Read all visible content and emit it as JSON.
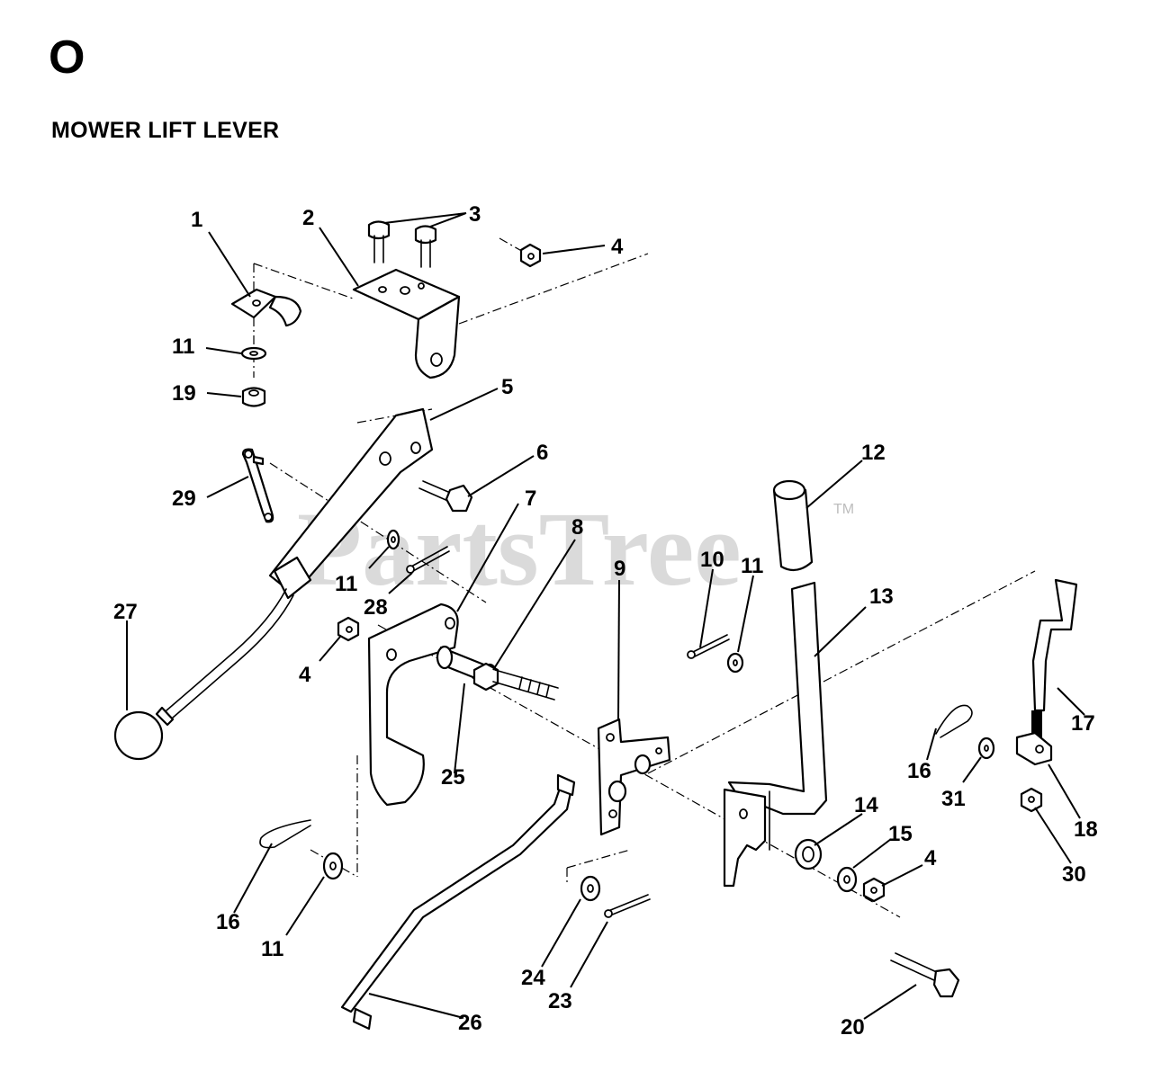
{
  "page": {
    "section_letter": "O",
    "section_title": "MOWER LIFT LEVER",
    "watermark": "PartsTree",
    "watermark_mark": "TM"
  },
  "callouts": [
    "1",
    "2",
    "3",
    "4",
    "11",
    "19",
    "5",
    "6",
    "29",
    "7",
    "8",
    "9",
    "10",
    "11",
    "12",
    "13",
    "27",
    "11",
    "28",
    "4",
    "25",
    "17",
    "16",
    "31",
    "18",
    "30",
    "14",
    "15",
    "4",
    "16",
    "11",
    "24",
    "23",
    "26",
    "20"
  ]
}
